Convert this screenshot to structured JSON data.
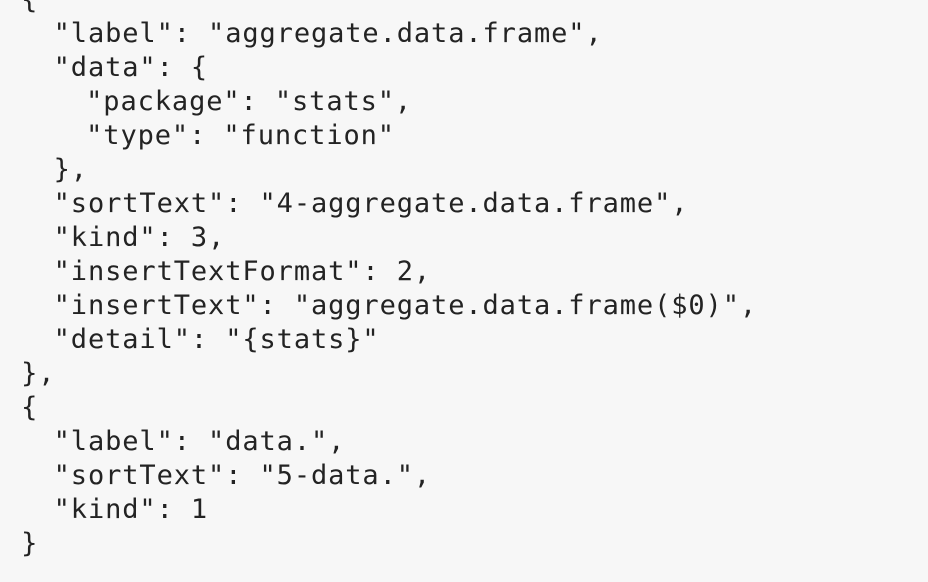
{
  "code": {
    "lines": [
      {
        "indent": 1,
        "text": "{"
      },
      {
        "indent": 2,
        "text": "\"label\": \"aggregate.data.frame\","
      },
      {
        "indent": 2,
        "text": "\"data\": {"
      },
      {
        "indent": 3,
        "text": "\"package\": \"stats\","
      },
      {
        "indent": 3,
        "text": "\"type\": \"function\""
      },
      {
        "indent": 2,
        "text": "},"
      },
      {
        "indent": 2,
        "text": "\"sortText\": \"4-aggregate.data.frame\","
      },
      {
        "indent": 2,
        "text": "\"kind\": 3,"
      },
      {
        "indent": 2,
        "text": "\"insertTextFormat\": 2,"
      },
      {
        "indent": 2,
        "text": "\"insertText\": \"aggregate.data.frame($0)\","
      },
      {
        "indent": 2,
        "text": "\"detail\": \"{stats}\""
      },
      {
        "indent": 1,
        "text": "},"
      },
      {
        "indent": 1,
        "text": "{"
      },
      {
        "indent": 2,
        "text": "\"label\": \"data.\","
      },
      {
        "indent": 2,
        "text": "\"sortText\": \"5-data.\","
      },
      {
        "indent": 2,
        "text": "\"kind\": 1"
      },
      {
        "indent": 1,
        "text": "}"
      }
    ]
  }
}
